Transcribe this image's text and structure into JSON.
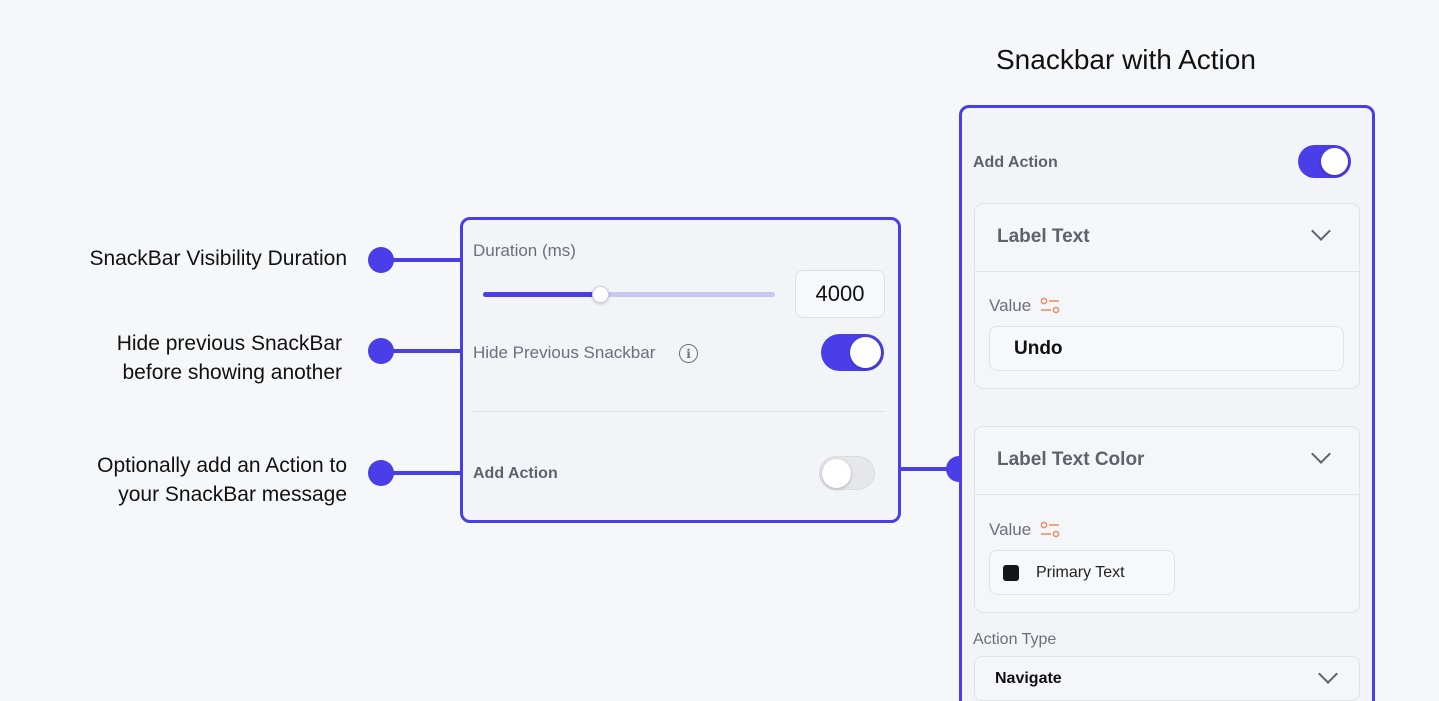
{
  "annotations": {
    "duration": "SnackBar Visibility Duration",
    "hide_line1": "Hide previous SnackBar",
    "hide_line2": "before showing another",
    "action_line1": "Optionally add an Action to",
    "action_line2": "your SnackBar message"
  },
  "left_panel": {
    "duration_label": "Duration (ms)",
    "duration_value": "4000",
    "slider_fraction": 0.4,
    "hide_previous_label": "Hide Previous Snackbar",
    "hide_previous_on": true,
    "add_action_label": "Add Action",
    "add_action_on": false
  },
  "right_panel": {
    "title": "Snackbar with Action",
    "add_action_label": "Add Action",
    "add_action_on": true,
    "label_text": {
      "title": "Label Text",
      "value_label": "Value",
      "value": "Undo"
    },
    "label_text_color": {
      "title": "Label Text Color",
      "value_label": "Value",
      "value": "Primary Text",
      "swatch_color": "#14161a"
    },
    "action_type": {
      "label": "Action Type",
      "value": "Navigate"
    }
  },
  "colors": {
    "accent": "#4a3ee8",
    "background": "#f6f7f9",
    "variable_icon": "#e8926a"
  }
}
